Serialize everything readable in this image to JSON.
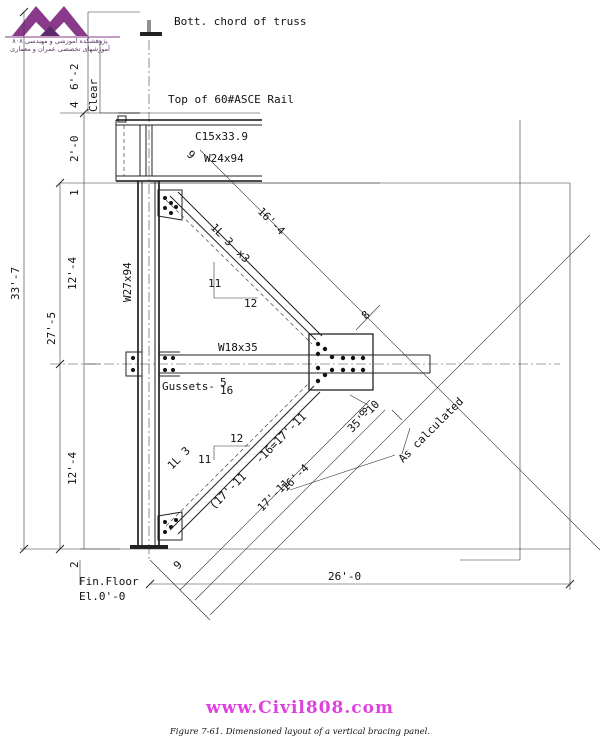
{
  "logo": {
    "line1": "پژوهشکده آموزشی و مهندسی ۸۰۸",
    "line2": "آموزشهای تخصصی عمران و معماری"
  },
  "labels": {
    "bott_chord": "Bott. chord of truss",
    "top_rail": "Top of 60#ASCE Rail",
    "c15": "C15x33.9",
    "w24": "W24x94",
    "w27": "W27x94",
    "w18": "W18x35",
    "gussets": "Gussets-",
    "brace_upper": "1L 3",
    "brace_upper_rest": "x3",
    "brace_lower": "1L 3",
    "as_calc": "As calculated",
    "fin_floor": "Fin.Floor",
    "elev": "El.0'-0"
  },
  "dims": {
    "clear": "6'-2",
    "clear_word": "Clear",
    "d_4": "4",
    "d_2_08": "2'-0",
    "d_1_12": "1",
    "d_12_4a": "12'-4",
    "d_27_5": "27'-5",
    "d_33_7": "33'-7",
    "d_12_4b": "12'-4",
    "d_2": "2",
    "d_26_0": "26'-0",
    "d_16_4_upper": "16'-4",
    "d_16_4_lower": "16'-4",
    "d_17_11": "17'-11",
    "d_35_10": "35'-10",
    "slope_run": "12",
    "slope_rise": "11",
    "slope_run_b": "12",
    "slope_rise_b": "11",
    "d_8_upper": "8",
    "d_8_lower": "8",
    "d_9_upper": "9",
    "d_9_lower": "9",
    "lower_brace_len": "(17'-11",
    "lower_brace_len_rest": "-16",
    "lower_brace_len_end": "=17'-11"
  },
  "footer": {
    "site": "www.Civil808.com",
    "caption": "Figure 7-61.  Dimensioned layout of a vertical bracing panel."
  }
}
